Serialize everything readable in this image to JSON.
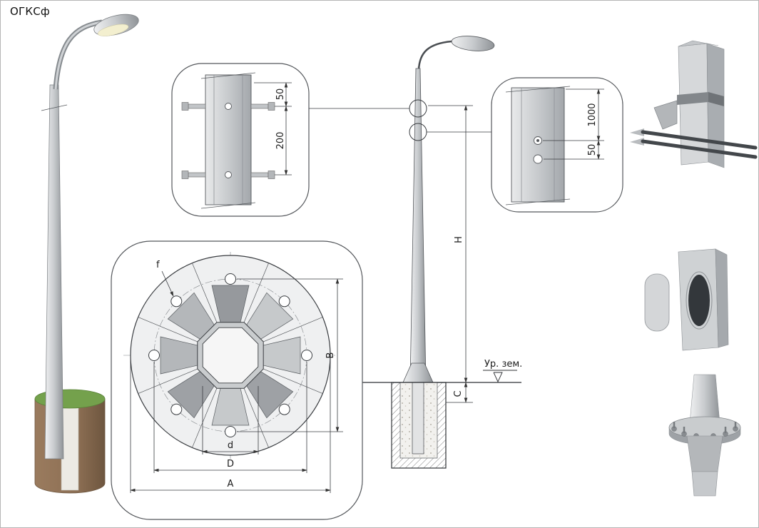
{
  "title": "ОГКСф",
  "detail_top": {
    "dim_a": "50",
    "dim_b": "200"
  },
  "detail_right": {
    "dim_a": "1000",
    "dim_b": "50"
  },
  "elevation": {
    "dim_height": "H",
    "dim_embed": "C",
    "ground_label": "Ур. зем."
  },
  "flange": {
    "dim_hole": "f",
    "dim_inner": "d",
    "dim_bolt_circle": "D",
    "dim_outer": "A",
    "dim_vertical": "B"
  },
  "colors": {
    "line": "#3f4347",
    "metal": "#c7cacd",
    "grass": "#74a14c",
    "soil": "#8d6f54",
    "background": "#ffffff"
  }
}
